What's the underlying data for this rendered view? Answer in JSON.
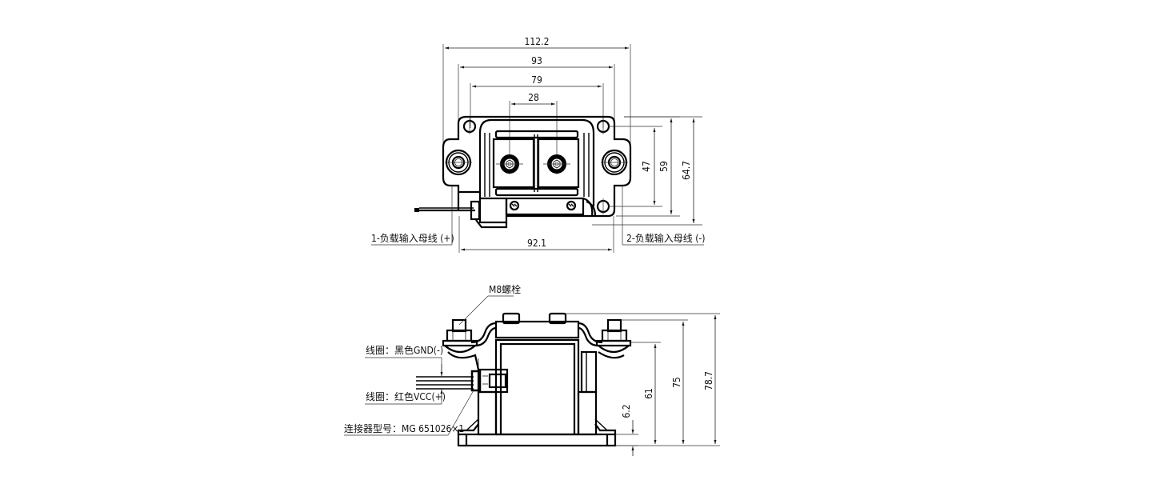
{
  "drawing": {
    "top_view": {
      "dimensions": {
        "overall_width": "112.2",
        "mount_hole_span": "93",
        "inner_hole_span": "79",
        "terminal_span": "28",
        "bottom_width": "92.1",
        "height_inner": "47",
        "height_mid": "59",
        "height_overall": "64.7"
      },
      "labels": {
        "terminal_positive": "1-负载输入母线 (+)",
        "terminal_negative": "2-负载输入母线 (-)"
      }
    },
    "side_view": {
      "dimensions": {
        "base_thickness": "6.2",
        "bracket_height": "61",
        "bolt_top_height": "75",
        "overall_height": "78.7"
      },
      "labels": {
        "bolt": "M8螺栓",
        "coil_gnd": "线圈：黑色GND(-)",
        "coil_vcc": "线圈：红色VCC(+)",
        "connector": "连接器型号：MG 651026×1"
      }
    }
  }
}
